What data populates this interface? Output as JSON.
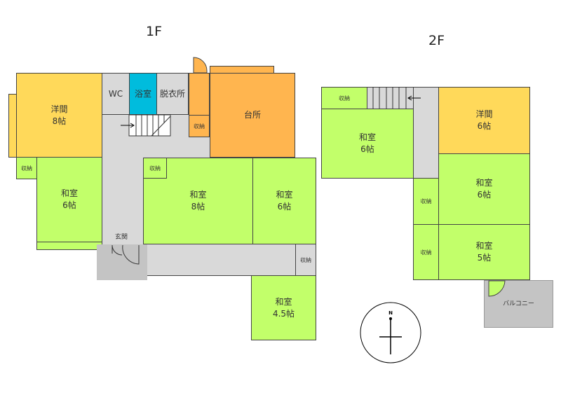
{
  "floor1": {
    "label": "1F",
    "western8": {
      "name": "洋間",
      "size": "8帖"
    },
    "wc": "WC",
    "bath": "浴室",
    "dressing": "脱衣所",
    "kitchen": "台所",
    "storage": "収納",
    "japanese6a": {
      "name": "和室",
      "size": "6帖"
    },
    "japanese8": {
      "name": "和室",
      "size": "8帖"
    },
    "japanese6b": {
      "name": "和室",
      "size": "6帖"
    },
    "japanese45": {
      "name": "和室",
      "size": "4.5帖"
    },
    "entrance": "玄関"
  },
  "floor2": {
    "label": "2F",
    "storage": "収納",
    "japanese6a": {
      "name": "和室",
      "size": "6帖"
    },
    "western6": {
      "name": "洋間",
      "size": "6帖"
    },
    "japanese6b": {
      "name": "和室",
      "size": "6帖"
    },
    "japanese5": {
      "name": "和室",
      "size": "5帖"
    },
    "balcony": "バルコニー"
  },
  "compass": {
    "north": "N"
  }
}
